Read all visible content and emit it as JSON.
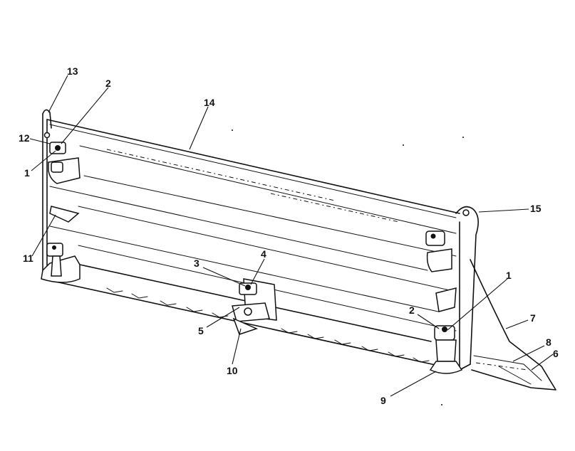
{
  "callouts": [
    {
      "id": "c13",
      "text": "13"
    },
    {
      "id": "c2a",
      "text": "2"
    },
    {
      "id": "c14",
      "text": "14"
    },
    {
      "id": "c12",
      "text": "12"
    },
    {
      "id": "c1a",
      "text": "1"
    },
    {
      "id": "c15",
      "text": "15"
    },
    {
      "id": "c11",
      "text": "11"
    },
    {
      "id": "c3",
      "text": "3"
    },
    {
      "id": "c4",
      "text": "4"
    },
    {
      "id": "c1b",
      "text": "1"
    },
    {
      "id": "c2b",
      "text": "2"
    },
    {
      "id": "c5",
      "text": "5"
    },
    {
      "id": "c7",
      "text": "7"
    },
    {
      "id": "c8",
      "text": "8"
    },
    {
      "id": "c6",
      "text": "6"
    },
    {
      "id": "c10",
      "text": "10"
    },
    {
      "id": "c9",
      "text": "9"
    }
  ]
}
